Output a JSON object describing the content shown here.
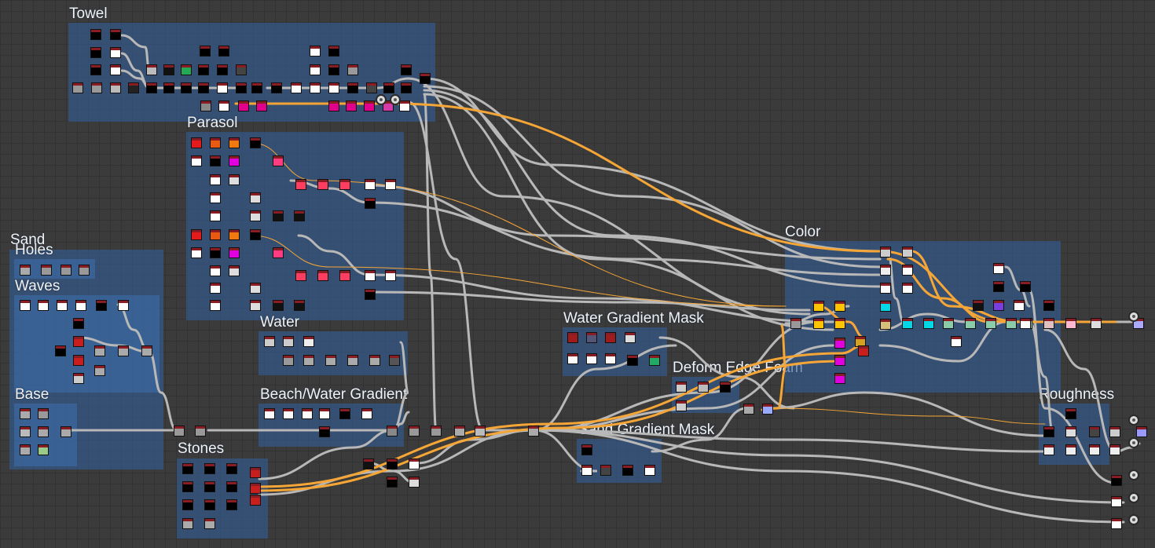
{
  "app": {
    "name": "Substance Designer graph view"
  },
  "colors": {
    "frame": "#345e96",
    "wire_grey": "#b8b8b8",
    "wire_orange": "#f5a636",
    "node_header": "#8a1c24"
  },
  "frames": {
    "towel": "Towel",
    "parasol": "Parasol",
    "sand": "Sand",
    "holes": "Holes",
    "waves": "Waves",
    "base": "Base",
    "water": "Water",
    "beach_water_gradient": "Beach/Water Gradient",
    "stones": "Stones",
    "water_gradient_mask": "Water Gradient Mask",
    "deform_edge_foam": "Deform Edge Foam",
    "sand_gradient_mask": "Sand Gradient Mask",
    "color": "Color",
    "roughness": "Roughness"
  },
  "icons": {
    "output_node": "output-node-icon",
    "texture_node": "texture-node-thumbnail",
    "comment_pin": "pin-icon"
  }
}
